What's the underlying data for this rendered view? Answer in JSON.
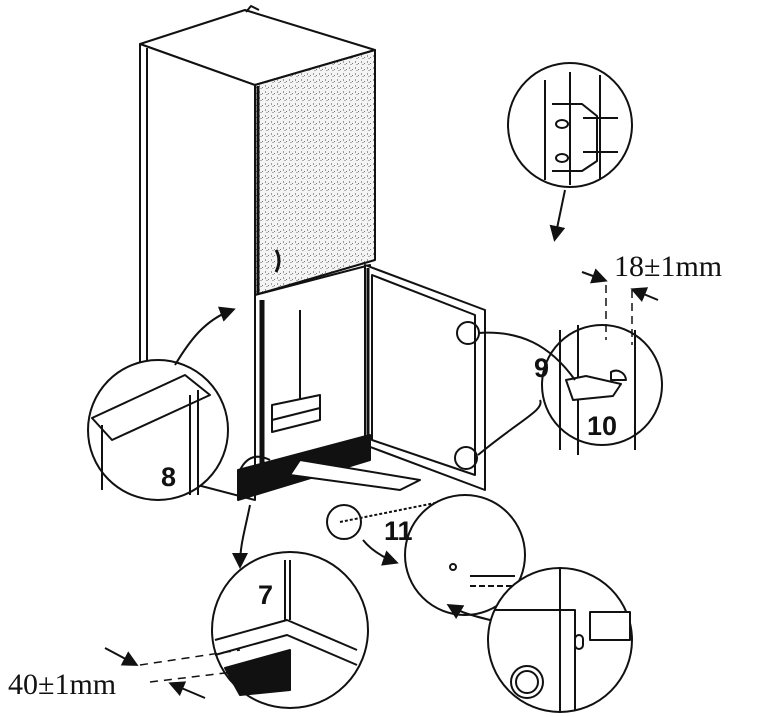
{
  "diagram": {
    "subject": "built-in refrigerator installation",
    "callouts": [
      {
        "id": "7",
        "label": "7"
      },
      {
        "id": "8",
        "label": "8"
      },
      {
        "id": "9",
        "label": "9"
      },
      {
        "id": "10",
        "label": "10"
      },
      {
        "id": "11",
        "label": "11"
      }
    ],
    "dimensions": {
      "door_gap": "18±1mm",
      "bottom_gap": "40±1mm"
    },
    "colors": {
      "line": "#111111",
      "background": "#ffffff",
      "panel_texture": "#bdbdbd"
    }
  }
}
